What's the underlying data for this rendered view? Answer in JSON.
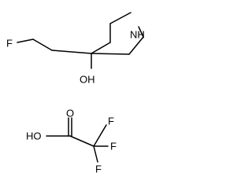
{
  "structures": {
    "piperidine": {
      "nitrogen_label": "NH",
      "hydroxyl_label": "OH",
      "fluorine_label": "F"
    },
    "tfa": {
      "carbonyl_oxygen_label": "O",
      "hydroxyl_label": "HO",
      "fluorine_top_label": "F",
      "fluorine_right_label": "F",
      "fluorine_bottom_label": "F"
    }
  }
}
